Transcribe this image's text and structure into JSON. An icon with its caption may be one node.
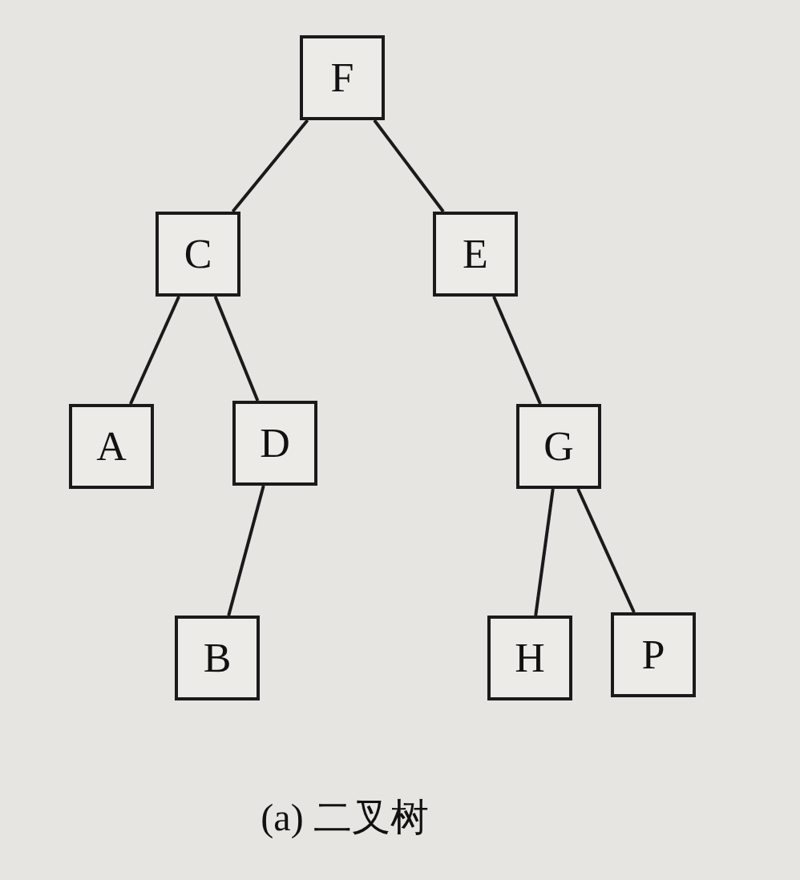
{
  "diagram": {
    "caption": "(a) 二叉树",
    "nodes": [
      {
        "text": [
          "F"
        ]
      },
      {
        "text": [
          "C"
        ]
      },
      {
        "text": [
          "E"
        ]
      },
      {
        "text": [
          "A"
        ]
      },
      {
        "text": [
          "D"
        ]
      },
      {
        "text": [
          "G"
        ]
      },
      {
        "text": [
          "B"
        ]
      },
      {
        "text": [
          "H"
        ]
      },
      {
        "text": [
          "P"
        ]
      }
    ],
    "edges": [
      {
        "from": 0,
        "to": 1,
        "arrow": "none"
      },
      {
        "from": 0,
        "to": 2,
        "arrow": "none"
      },
      {
        "from": 1,
        "to": 3,
        "arrow": "none"
      },
      {
        "from": 1,
        "to": 4,
        "arrow": "none"
      },
      {
        "from": 2,
        "to": 5,
        "arrow": "none"
      },
      {
        "from": 4,
        "to": 6,
        "arrow": "none"
      },
      {
        "from": 5,
        "to": 7,
        "arrow": "none"
      },
      {
        "from": 5,
        "to": 8,
        "arrow": "none"
      }
    ]
  }
}
